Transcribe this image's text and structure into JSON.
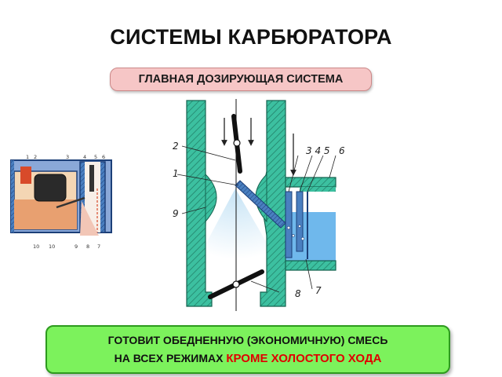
{
  "title": "СИСТЕМЫ КАРБЮРАТОРА",
  "subtitle": "ГЛАВНАЯ ДОЗИРУЮЩАЯ СИСТЕМА",
  "description": {
    "line1": "ГОТОВИТ ОБЕДНЕННУЮ (ЭКОНОМИЧНУЮ) СМЕСЬ",
    "line2_prefix": "НА ВСЕХ РЕЖИМАХ",
    "line2_highlight": "КРОМЕ ХОЛОСТОГО ХОДА"
  },
  "main_labels": {
    "l1": "1",
    "l2": "2",
    "l9": "9",
    "l8": "8",
    "l7": "7",
    "l345": "3 4 5",
    "l6": "6"
  },
  "small_labels": {
    "s1": "1",
    "s2": "2",
    "s3": "3",
    "s4": "4",
    "s5": "5",
    "s6": "6",
    "s10a": "10",
    "s10b": "10",
    "s9": "9",
    "s8": "8",
    "s7": "7"
  },
  "colors": {
    "wall": "#3cc0a0",
    "fuel": "#6fb8ec",
    "subtitle_bg": "#f6c6c6",
    "bottom_bg": "#7cf25c",
    "highlight": "#e00000"
  }
}
